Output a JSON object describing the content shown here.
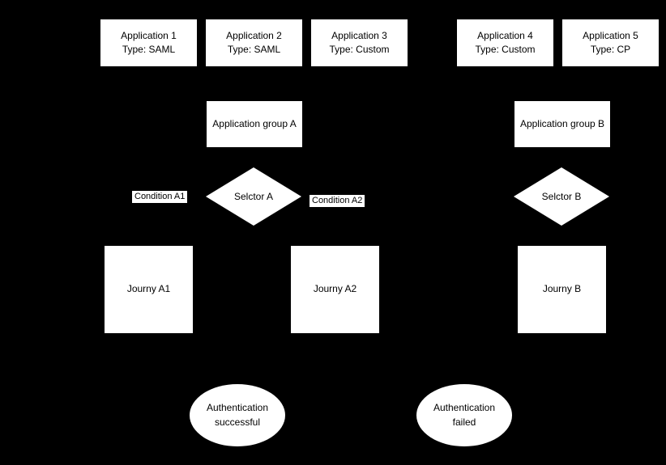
{
  "canvas": {
    "background_color": "#000000",
    "node_color": "#ffffff",
    "text_color": "#000000"
  },
  "applications": [
    {
      "line1": "Application 1",
      "line2": "Type: SAML"
    },
    {
      "line1": "Application 2",
      "line2": "Type: SAML"
    },
    {
      "line1": "Application 3",
      "line2": "Type: Custom"
    },
    {
      "line1": "Application 4",
      "line2": "Type: Custom"
    },
    {
      "line1": "Application 5",
      "line2": "Type: CP"
    }
  ],
  "groups": [
    {
      "label": "Application group A"
    },
    {
      "label": "Application group B"
    }
  ],
  "selectors": [
    {
      "label": "Selctor A"
    },
    {
      "label": "Selctor B"
    }
  ],
  "conditions": [
    {
      "label": "Condition A1"
    },
    {
      "label": "Condition A2"
    }
  ],
  "journeys": [
    {
      "label": "Journy A1"
    },
    {
      "label": "Journy A2"
    },
    {
      "label": "Journy B"
    }
  ],
  "outcomes": [
    {
      "line1": "Authentication",
      "line2": "successful"
    },
    {
      "line1": "Authentication",
      "line2": "failed"
    }
  ]
}
